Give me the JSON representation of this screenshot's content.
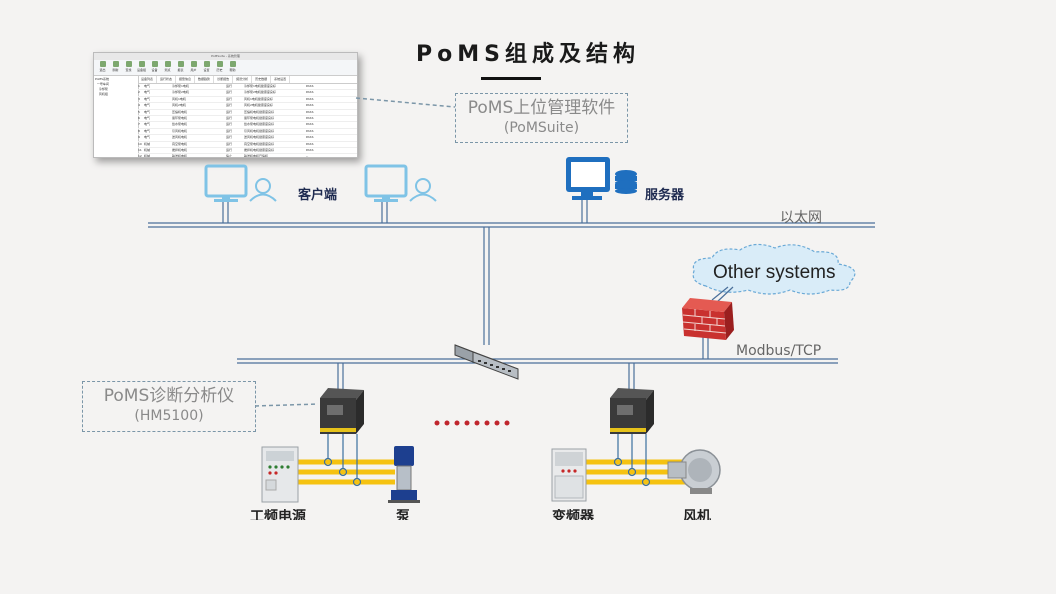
{
  "title": "PoMS组成及结构",
  "callouts": {
    "software": {
      "line1": "PoMS上位管理软件",
      "line2": "(PoMSuite)"
    },
    "analyzer": {
      "line1": "PoMS诊断分析仪",
      "line2": "(HM5100)"
    }
  },
  "labels": {
    "client": "客户端",
    "server": "服务器",
    "ethernet": "以太网",
    "other_systems": "Other systems",
    "modbus": "Modbus/TCP",
    "vfd_power": "工频电源",
    "pump": "泵",
    "inverter": "变频器",
    "fan": "风机"
  },
  "colors": {
    "network_line": "#4a6f9a",
    "monitor": "#7fc3e6",
    "server_monitor": "#1f6fbf",
    "cable": "#f5c211",
    "dots": "#c0262d",
    "callout_border": "#7b96a8"
  },
  "app": {
    "window_title": "PoMSuite - 系统管理",
    "toolbar": [
      "退出",
      "刷新",
      "查找",
      "设备组",
      "设备",
      "测点",
      "报表",
      "用户",
      "设置",
      "历史",
      "帮助"
    ],
    "tree": [
      "PoMS系统",
      "  一号车间",
      "    冷却泵",
      "    风机组"
    ],
    "tabs": [
      "设备列表",
      "运行状态",
      "报警信息",
      "数据趋势",
      "诊断报告",
      "频谱分析",
      "历史数据",
      "系统设置"
    ],
    "rows": [
      [
        "1",
        "电气",
        "冷却泵1电机",
        "运行",
        "冷却泵1电机健康度良好",
        "PASS"
      ],
      [
        "2",
        "电气",
        "冷却泵2电机",
        "运行",
        "冷却泵2电机健康度良好",
        "PASS"
      ],
      [
        "3",
        "电气",
        "风机1电机",
        "运行",
        "风机1电机健康度良好",
        "PASS"
      ],
      [
        "4",
        "电气",
        "风机2电机",
        "运行",
        "风机2电机健康度良好",
        "PASS"
      ],
      [
        "5",
        "电气",
        "压缩机电机",
        "运行",
        "压缩机电机健康度良好",
        "PASS"
      ],
      [
        "6",
        "电气",
        "循环泵电机",
        "运行",
        "循环泵电机健康度良好",
        "PASS"
      ],
      [
        "7",
        "电气",
        "给水泵电机",
        "运行",
        "给水泵电机健康度良好",
        "PASS"
      ],
      [
        "8",
        "电气",
        "引风机电机",
        "运行",
        "引风机电机健康度良好",
        "PASS"
      ],
      [
        "9",
        "电气",
        "送风机电机",
        "运行",
        "送风机电机健康度良好",
        "PASS"
      ],
      [
        "10",
        "机械",
        "真空泵电机",
        "运行",
        "真空泵电机健康度良好",
        "PASS"
      ],
      [
        "11",
        "机械",
        "搅拌机电机",
        "运行",
        "搅拌机电机健康度良好",
        "PASS"
      ],
      [
        "12",
        "机械",
        "输送机电机",
        "停止",
        "输送机电机已停机",
        "--"
      ]
    ]
  }
}
